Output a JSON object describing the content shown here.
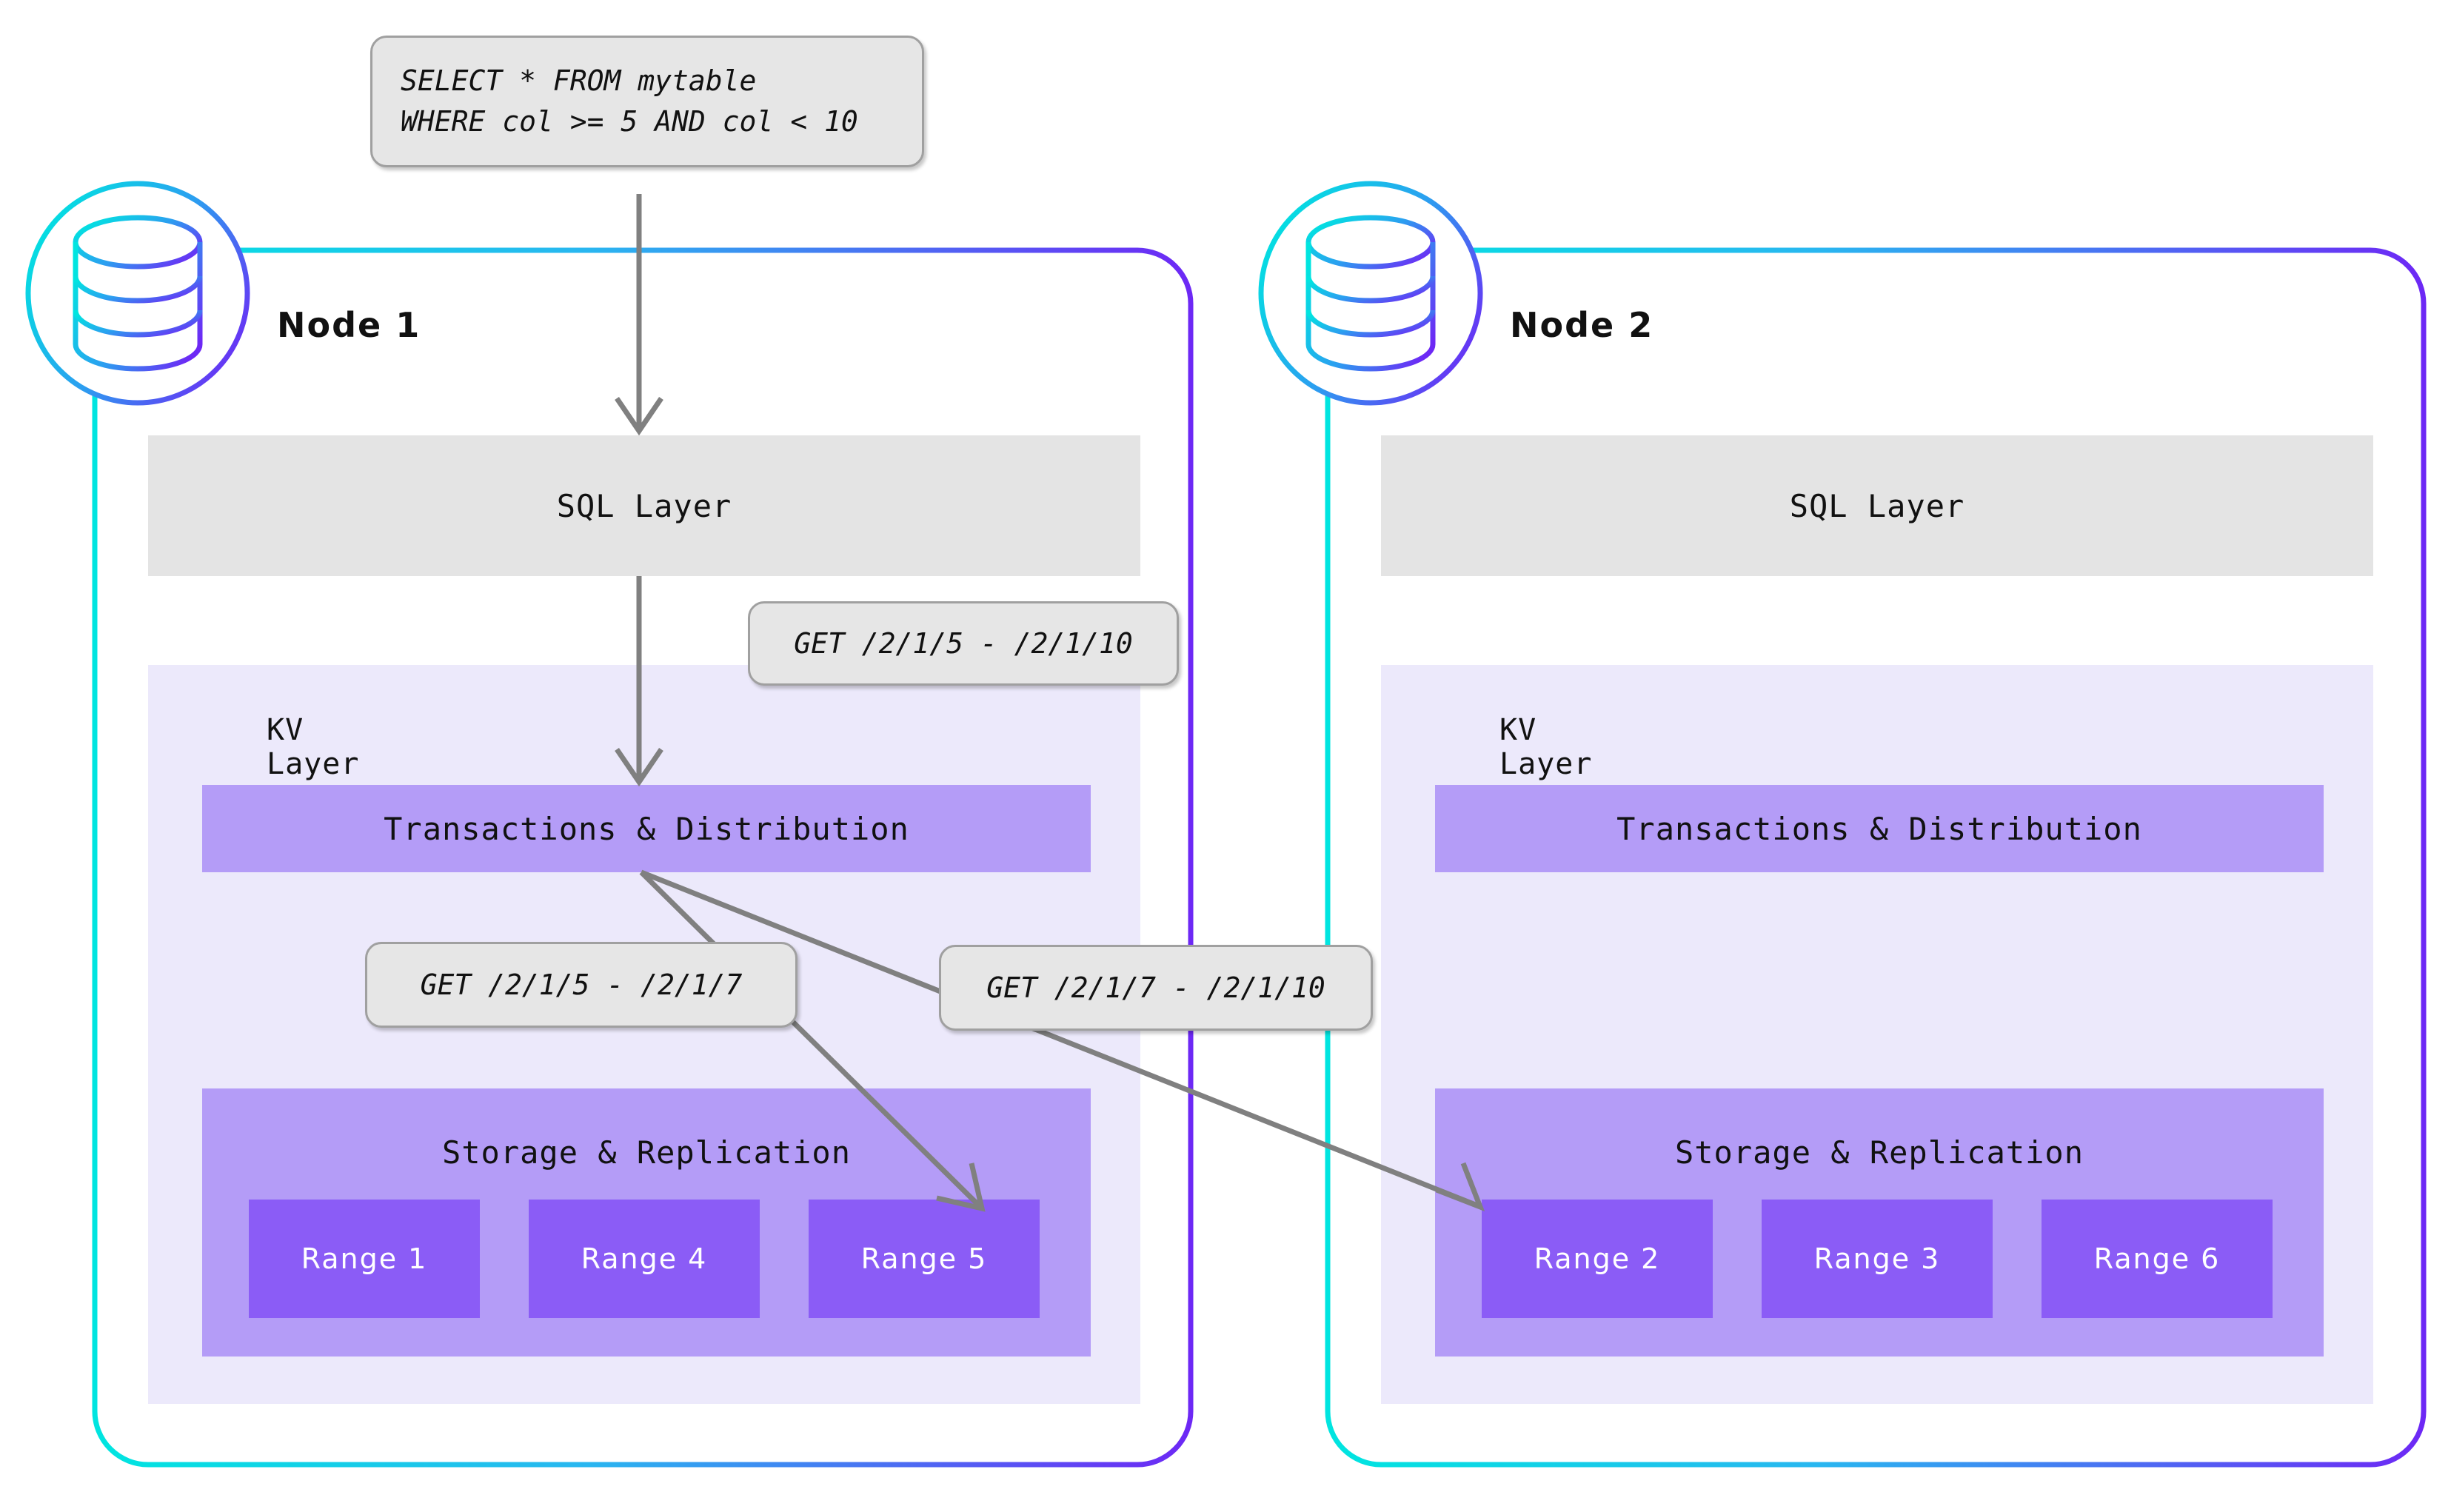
{
  "diagram": {
    "title": "CockroachDB distributed query flow across two nodes",
    "colors": {
      "node_border_start": "#00e5e0",
      "node_border_end": "#6d28f5",
      "sql_layer_bg": "#e4e4e4",
      "kv_panel_bg": "#ece9fb",
      "txn_bar_bg": "#b49cf7",
      "storage_panel_bg": "#b49cf7",
      "range_box_bg": "#8b5cf6",
      "callout_bg": "#e6e6e6",
      "callout_border": "#a0a0a0",
      "arrow": "#808080"
    }
  },
  "query": {
    "line1": "SELECT * FROM mytable",
    "line2": "WHERE col >= 5 AND col < 10"
  },
  "callouts": {
    "sql_to_kv": "GET /2/1/5 - /2/1/10",
    "to_range5": "GET /2/1/5 - /2/1/7",
    "to_range2": "GET /2/1/7 - /2/1/10"
  },
  "layer_labels": {
    "sql": "SQL Layer",
    "kv": "KV Layer",
    "transactions": "Transactions & Distribution",
    "storage": "Storage & Replication"
  },
  "nodes": [
    {
      "title": "Node 1",
      "icon": "database-icon",
      "sql_label": "SQL Layer",
      "kv_label": "KV Layer",
      "txn_label": "Transactions & Distribution",
      "storage_label": "Storage & Replication",
      "ranges": [
        "Range 1",
        "Range 4",
        "Range 5"
      ]
    },
    {
      "title": "Node 2",
      "icon": "database-icon",
      "sql_label": "SQL Layer",
      "kv_label": "KV Layer",
      "txn_label": "Transactions & Distribution",
      "storage_label": "Storage & Replication",
      "ranges": [
        "Range 2",
        "Range 3",
        "Range 6"
      ]
    }
  ]
}
